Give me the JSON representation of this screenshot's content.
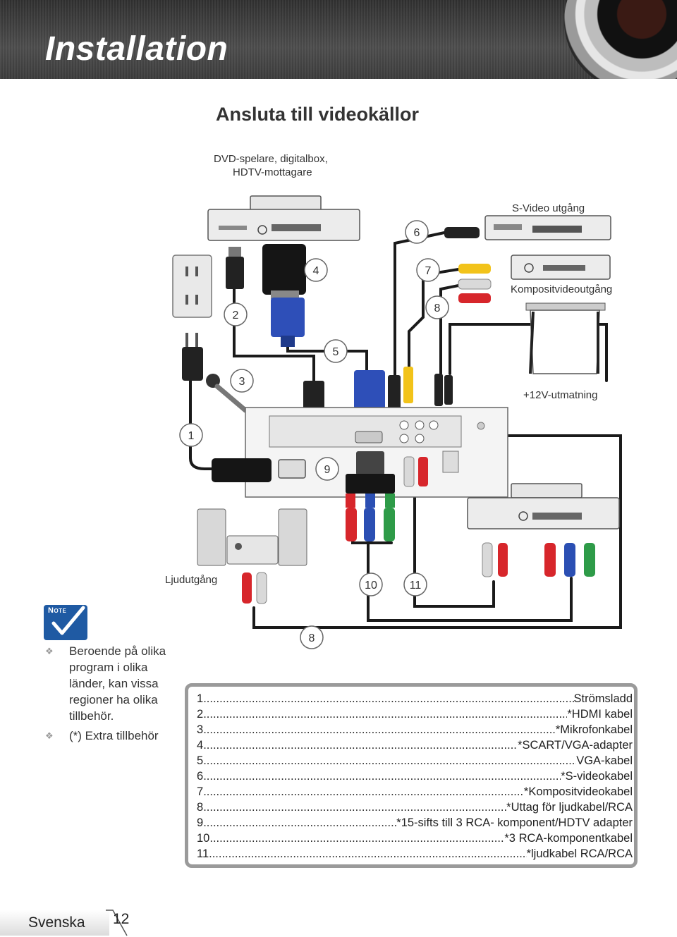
{
  "header": {
    "title": "Installation"
  },
  "section_title": "Ansluta till videokällor",
  "diagram": {
    "source_device_line1": "DVD-spelare, digitalbox,",
    "source_device_line2": "HDTV-mottagare",
    "svideo_output": "S-Video utgång",
    "composite_output": "Kompositvideoutgång",
    "twelve_v_output": "+12V-utmatning",
    "audio_output": "Ljudutgång",
    "callouts": [
      "1",
      "2",
      "3",
      "4",
      "5",
      "6",
      "7",
      "8",
      "9",
      "10",
      "11",
      "8"
    ]
  },
  "note": {
    "badge": "Note",
    "items": [
      "Beroende på olika program i olika länder, kan vissa regioner ha olika tillbehör.",
      "(*) Extra tillbehör"
    ]
  },
  "legend": [
    {
      "num": "1",
      "label": "Strömsladd"
    },
    {
      "num": "2",
      "label": "*HDMI kabel"
    },
    {
      "num": "3",
      "label": "*Mikrofonkabel"
    },
    {
      "num": "4",
      "label": " *SCART/VGA-adapter"
    },
    {
      "num": "5",
      "label": " VGA-kabel"
    },
    {
      "num": "6",
      "label": " *S-videokabel"
    },
    {
      "num": "7",
      "label": "*Kompositvideokabel"
    },
    {
      "num": "8",
      "label": "*Uttag för ljudkabel/RCA"
    },
    {
      "num": "9",
      "label": "*15-sifts till 3 RCA- komponent/HDTV adapter"
    },
    {
      "num": "10",
      "label": " *3 RCA-komponentkabel"
    },
    {
      "num": "11",
      "label": "*ljudkabel RCA/RCA"
    }
  ],
  "footer": {
    "language": "Svenska",
    "page": "12"
  },
  "colors": {
    "header_bg": "#3a3a3a",
    "note_blue": "#1f5aa3",
    "legend_border": "#9a9a9a",
    "rca_red": "#d7262b",
    "rca_white": "#d9d9d9",
    "rca_yellow": "#f2c31a",
    "rca_green": "#2e9b48",
    "rca_blue": "#2b4fb3"
  }
}
